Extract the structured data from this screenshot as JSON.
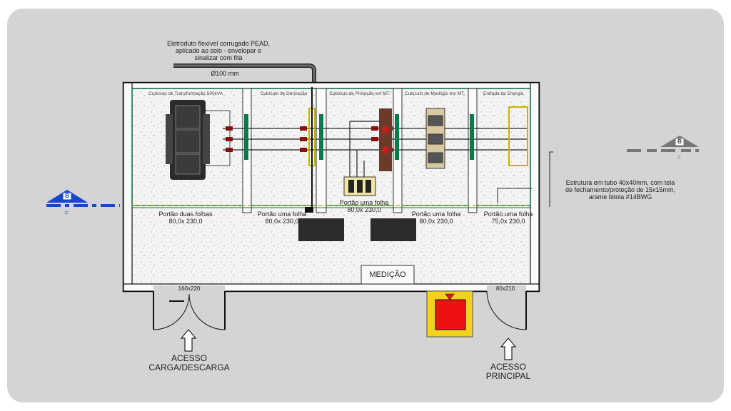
{
  "conduit": {
    "note_line1": "Eletroduto flexível corrugado PEAD,",
    "note_line2": "aplicado ao solo - envelopar e",
    "note_line3": "sinalizar com fita",
    "diameter": "Ø100 mm"
  },
  "cubicles": [
    {
      "title": "Cubículo de Transformação 500kVA"
    },
    {
      "title": "Cubículo de Derivação"
    },
    {
      "title": "Cubículo de Proteção em MT."
    },
    {
      "title": "Cubículo de Medição em MT."
    },
    {
      "title": "Entrada de Energia"
    }
  ],
  "gates": [
    {
      "label": "Portão duas folhas",
      "size": "80,0x 230,0"
    },
    {
      "label": "Portão uma folha",
      "size": "80,0x 230,0"
    },
    {
      "label": "Portão uma folha",
      "size": "80,0x 230,0"
    },
    {
      "label": "Portão uma folha",
      "size": "80,0x 230,0"
    },
    {
      "label": "Portão uma folha",
      "size": "75,0x 230,0"
    }
  ],
  "structure_note": {
    "line1": "Estrutura em tubo 40x40mm, com tela",
    "line2": "de fechamento/proteção de 15x15mm,",
    "line3": "arame bitola #14BWG"
  },
  "medicao_label": "MEDIÇÃO",
  "doors": {
    "left_size": "160x220",
    "right_size": "80x210"
  },
  "access": {
    "load_line1": "ACESSO",
    "load_line2": "CARGA/DESCARGA",
    "main_line1": "ACESSO",
    "main_line2": "PRINCIPAL"
  },
  "section_markers": {
    "left": "B",
    "right": "B",
    "left_sub": "=",
    "right_sub": "="
  },
  "colors": {
    "background_panel": "#d4d4d4",
    "wall": "#111111",
    "screen_green": "#0a7a4a",
    "section_blue": "#1746c7",
    "extinguisher_red": "#ee1111",
    "extinguisher_yellow": "#f2d21a",
    "transformer": "#2b2b2b"
  }
}
